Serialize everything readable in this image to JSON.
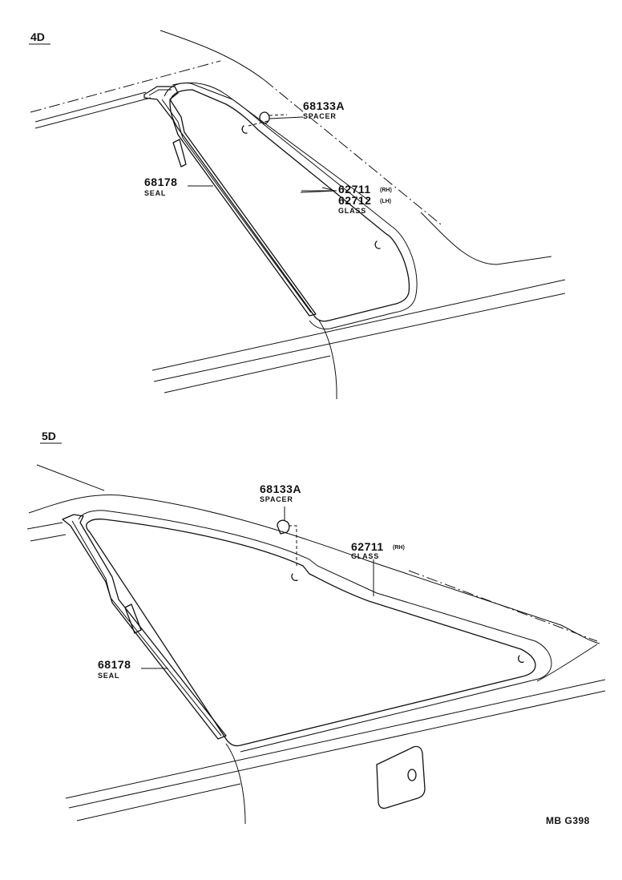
{
  "sections": [
    {
      "id": "4d",
      "label": "4D",
      "callouts": {
        "spacer": {
          "part_number": "68133A",
          "name": "SPACER"
        },
        "glass": {
          "part_number_rh": "62711",
          "rh_suffix": "(RH)",
          "part_number_lh": "62712",
          "lh_suffix": "(LH)",
          "name": "GLASS"
        },
        "seal": {
          "part_number": "68178",
          "name": "SEAL"
        }
      }
    },
    {
      "id": "5d",
      "label": "5D",
      "callouts": {
        "spacer": {
          "part_number": "68133A",
          "name": "SPACER"
        },
        "glass": {
          "part_number_rh": "62711",
          "rh_suffix": "(RH)",
          "name": "GLASS"
        },
        "seal": {
          "part_number": "68178",
          "name": "SEAL"
        }
      }
    }
  ],
  "drawing_code": "MB G398"
}
